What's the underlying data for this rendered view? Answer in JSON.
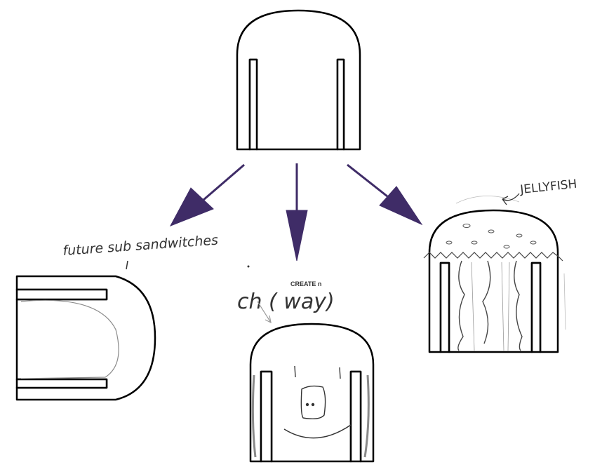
{
  "colors": {
    "arrow": "#3f2c67",
    "outline": "#000000",
    "pencil": "#8a8a8a",
    "ink": "#333333"
  },
  "annotations": {
    "future_sub": "future sub sandwitches",
    "create_label": "CREATE n",
    "create_scribble": "ch ( way)",
    "jellyfish": "JELLYFISH"
  },
  "icons": {
    "original": "arch-door-icon",
    "variant_sub": "sandwich-icon",
    "variant_face": "face-icon",
    "variant_jelly": "jellyfish-icon"
  }
}
